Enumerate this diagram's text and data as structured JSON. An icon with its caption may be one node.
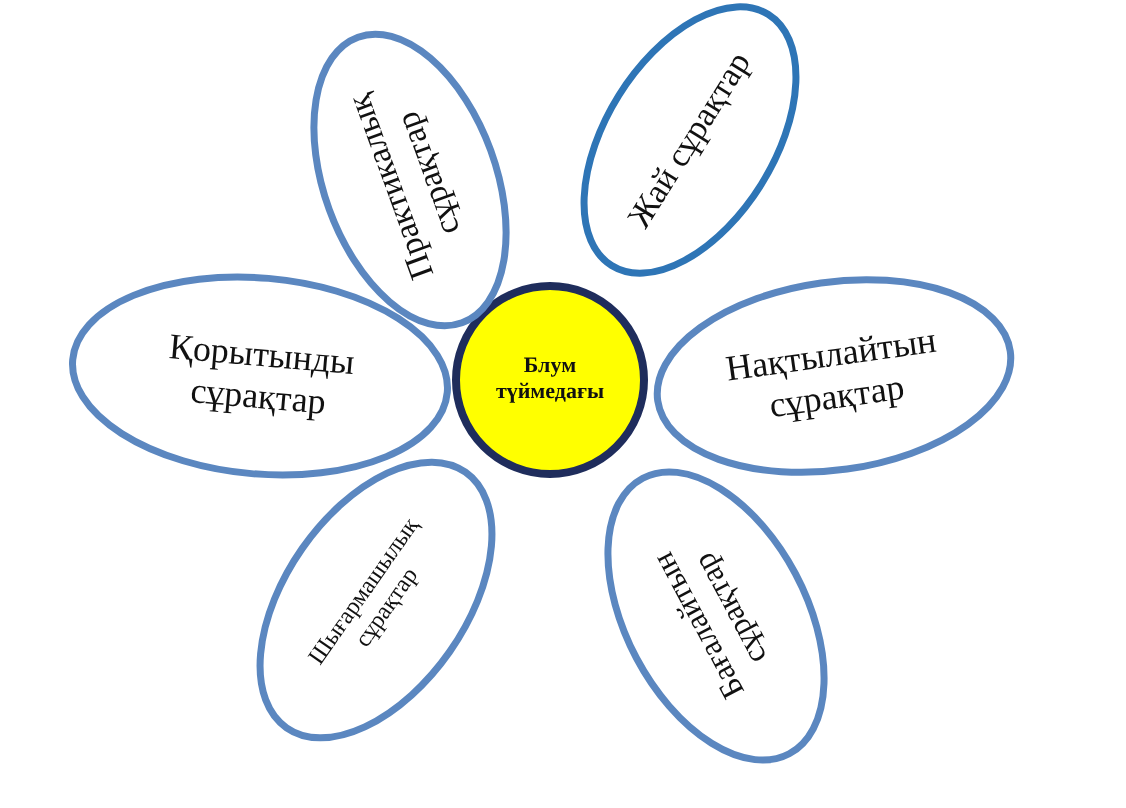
{
  "diagram": {
    "nodes": [
      {
        "text": [
          "Блум түймедағы"
        ]
      },
      {
        "text": [
          "Практикалық сұрақтар"
        ]
      },
      {
        "text": [
          "Жай сұрақтар"
        ]
      },
      {
        "text": [
          "Қорытынды сұрақтар"
        ]
      },
      {
        "text": [
          "Нақтылайтын сұрақтар"
        ]
      },
      {
        "text": [
          "Шығармашылық сұрақтар"
        ]
      },
      {
        "text": [
          "Бағалайтын сұрақтар"
        ]
      }
    ],
    "edges": []
  }
}
